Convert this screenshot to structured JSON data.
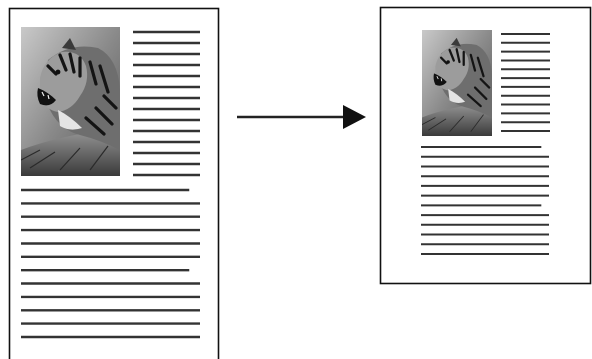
{
  "diagram": {
    "description_free": true,
    "source_page": {
      "photo_subject": "tiger-photo",
      "text_lines_beside_photo": 14,
      "text_lines_below_photo": 12
    },
    "arrow": {
      "direction": "right"
    },
    "result_page": {
      "photo_subject": "tiger-photo",
      "text_lines_beside_photo": 12,
      "text_lines_below_photo": 12
    },
    "colors": {
      "page_border": "#111111",
      "text_line": "#333333",
      "arrow": "#222222",
      "photo_dark": "#1a1a1a",
      "photo_light": "#d8d8d8"
    }
  }
}
